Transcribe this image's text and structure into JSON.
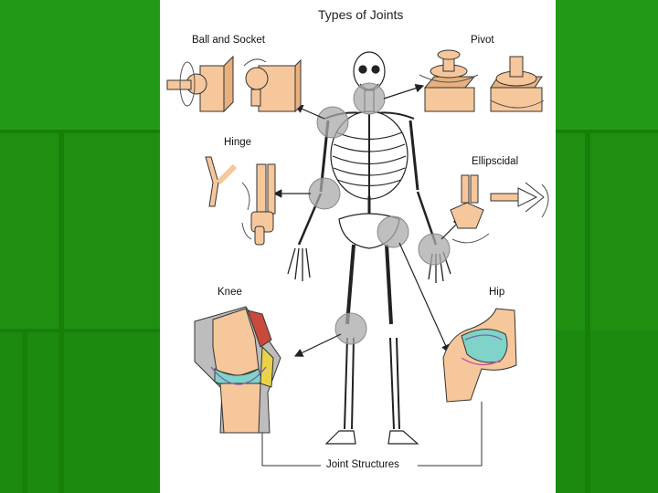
{
  "diagram": {
    "title": "Types of Joints",
    "labels": {
      "ball_and_socket": "Ball and Socket",
      "pivot": "Pivot",
      "hinge": "Hinge",
      "ellipsoidal": "Ellipscidal",
      "knee": "Knee",
      "hip": "Hip",
      "joint_structures": "Joint Structures"
    }
  },
  "colors": {
    "background_green": "#1f8f12",
    "bone_tan": "#f6c79b",
    "cartilage_teal": "#7fd3c8",
    "joint_highlight_gray": "#a9a9a9",
    "panel_white": "#ffffff"
  }
}
